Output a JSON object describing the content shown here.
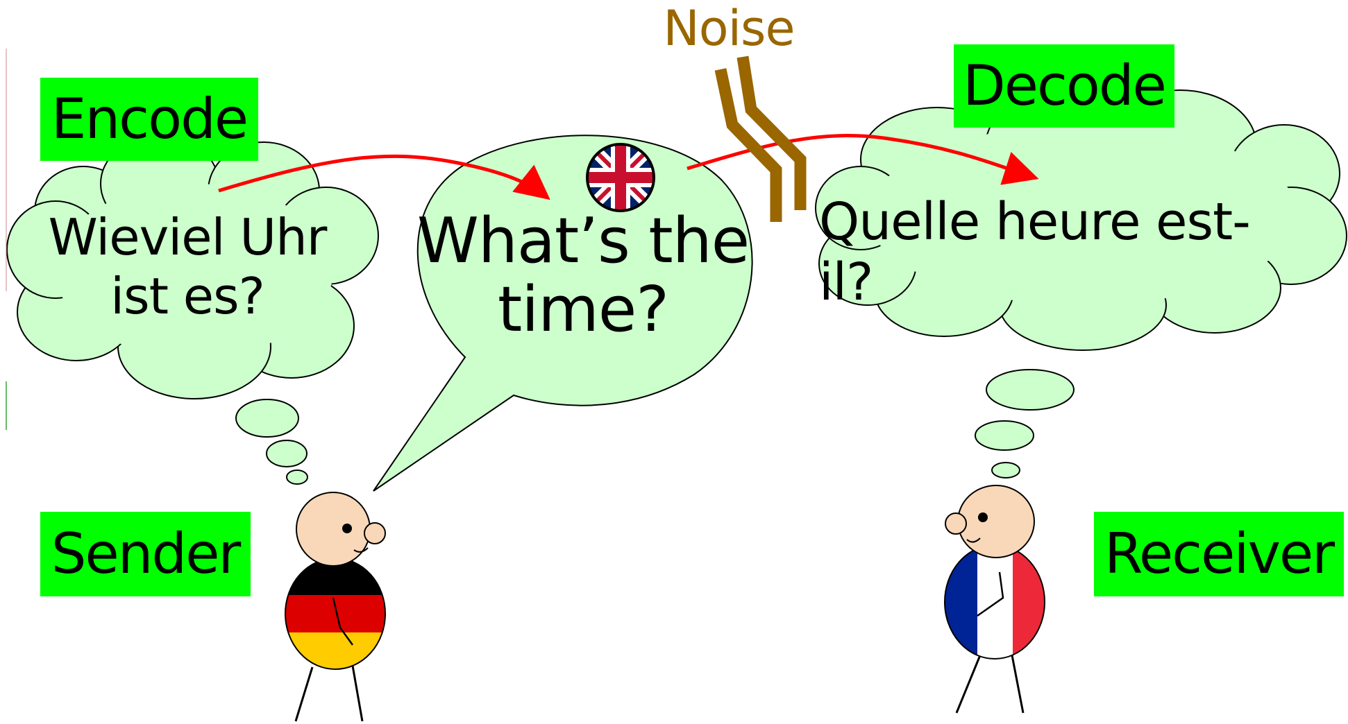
{
  "labels": {
    "encode": "Encode",
    "decode": "Decode",
    "sender": "Sender",
    "receiver": "Receiver",
    "noise": "Noise"
  },
  "messages": {
    "german_line1": "Wieviel Uhr",
    "german_line2": "ist es?",
    "english_line1": "What’s the",
    "english_line2": "time?",
    "french": "Quelle heure est-il?"
  },
  "colors": {
    "label_bg": "#00ff00",
    "bubble_fill": "#ccffcc",
    "arrow": "#ff0000",
    "noise": "#996600",
    "skin": "#f8d8b8",
    "german_flag": [
      "#000000",
      "#dd0000",
      "#ffcc00"
    ],
    "french_flag": [
      "#002395",
      "#ffffff",
      "#ed2939"
    ]
  },
  "icons": {
    "english_flag": "union-jack-icon",
    "noise_symbol": "noise-zigzag-icon"
  }
}
